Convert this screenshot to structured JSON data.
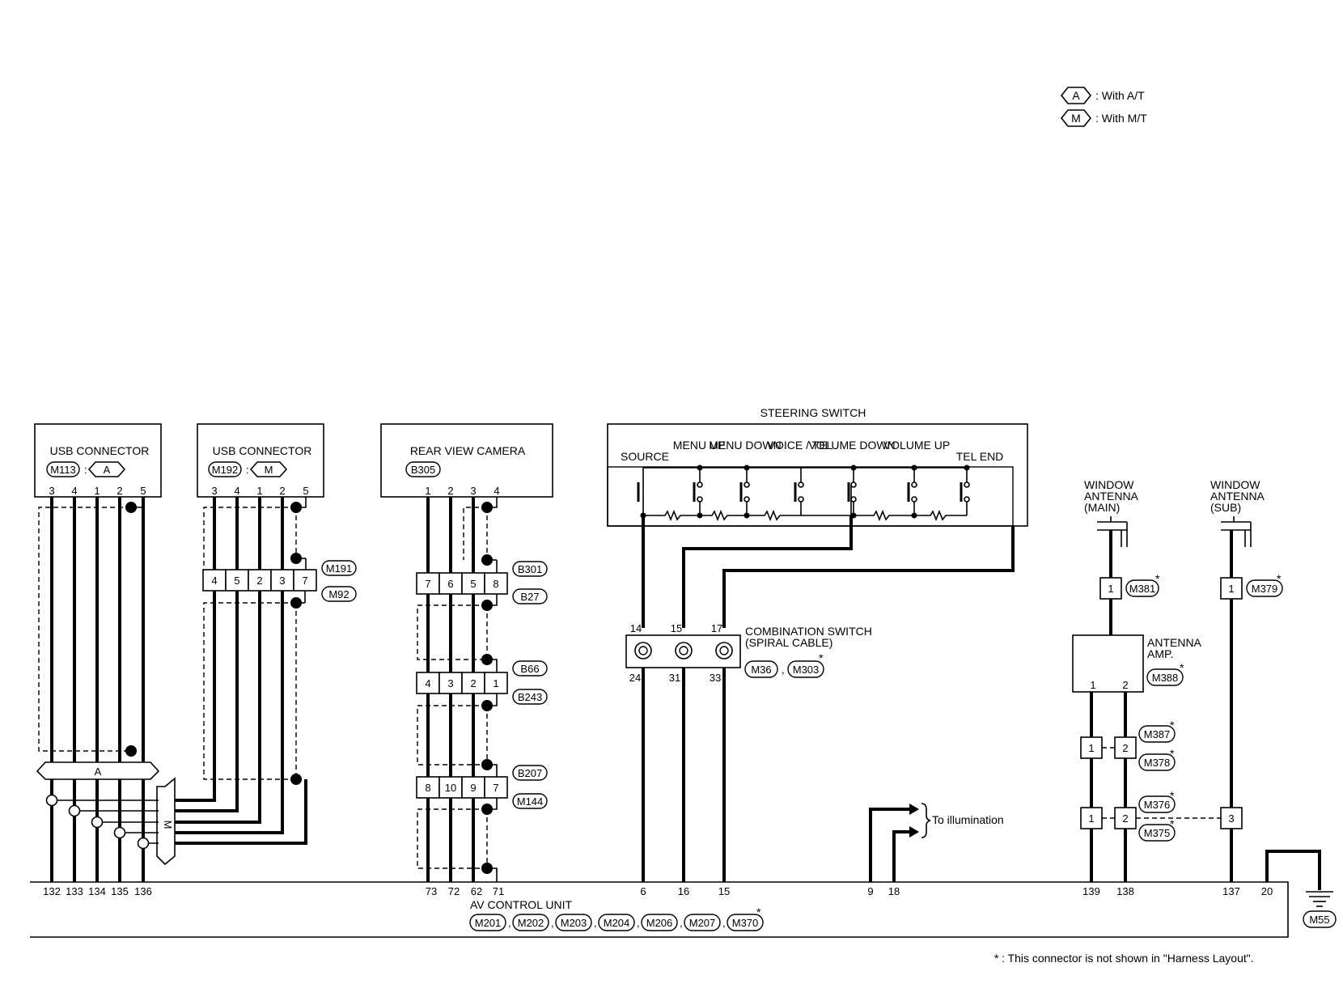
{
  "legend": {
    "a": {
      "code": "A",
      "text": ": With A/T"
    },
    "m": {
      "code": "M",
      "text": ": With M/T"
    }
  },
  "components": {
    "usb1": {
      "title": "USB CONNECTOR",
      "connector": "M113",
      "variant": "A",
      "pins": [
        "3",
        "4",
        "1",
        "2",
        "5"
      ]
    },
    "usb2": {
      "title": "USB CONNECTOR",
      "connector": "M192",
      "variant": "M",
      "pins": [
        "3",
        "4",
        "1",
        "2",
        "5"
      ]
    },
    "camera": {
      "title": "REAR VIEW CAMERA",
      "connector": "B305",
      "pins": [
        "1",
        "2",
        "3",
        "4"
      ]
    },
    "steering": {
      "title": "STEERING SWITCH",
      "switches": [
        "SOURCE",
        "MENU UP",
        "MENU DOWN",
        "VOICE / TEL",
        "VOLUME DOWN",
        "VOLUME UP",
        "TEL END"
      ]
    },
    "combo": {
      "title": "COMBINATION SWITCH",
      "subtitle": "(SPIRAL CABLE)",
      "top_pins": [
        "14",
        "15",
        "17"
      ],
      "bottom_pins": [
        "24",
        "31",
        "33"
      ],
      "connectors": [
        "M36",
        "M303"
      ]
    },
    "window_main": {
      "title": "WINDOW",
      "title2": "ANTENNA",
      "title3": "(MAIN)",
      "connector": "M381"
    },
    "window_sub": {
      "title": "WINDOW",
      "title2": "ANTENNA",
      "title3": "(SUB)",
      "connector": "M379"
    },
    "amp": {
      "title": "ANTENNA",
      "title2": "AMP.",
      "connector": "M388",
      "pins": [
        "1",
        "2"
      ]
    },
    "av_unit": {
      "title": "AV CONTROL UNIT",
      "connectors": [
        "M201",
        "M202",
        "M203",
        "M204",
        "M206",
        "M207",
        "M370"
      ],
      "pins": [
        "132",
        "133",
        "134",
        "135",
        "136",
        "73",
        "72",
        "62",
        "71",
        "6",
        "16",
        "15",
        "9",
        "18",
        "139",
        "138",
        "137",
        "20"
      ]
    }
  },
  "joint_connectors": {
    "m191": {
      "id": "M191",
      "pins": [
        "4",
        "5",
        "2",
        "3",
        "7"
      ]
    },
    "m92": {
      "id": "M92"
    },
    "b301": {
      "id": "B301",
      "pins": [
        "7",
        "6",
        "5",
        "8"
      ]
    },
    "b27": {
      "id": "B27"
    },
    "b66": {
      "id": "B66",
      "pins": [
        "4",
        "3",
        "2",
        "1"
      ]
    },
    "b243": {
      "id": "B243"
    },
    "b207": {
      "id": "B207",
      "pins": [
        "8",
        "10",
        "9",
        "7"
      ]
    },
    "m144": {
      "id": "M144"
    },
    "m387": {
      "id": "M387",
      "pins": [
        "1",
        "2"
      ]
    },
    "m378": {
      "id": "M378"
    },
    "m376": {
      "id": "M376",
      "pins": [
        "1",
        "2",
        "3"
      ]
    },
    "m375": {
      "id": "M375"
    },
    "m55": {
      "id": "M55"
    }
  },
  "harness_labels": {
    "a": "A",
    "m": "M"
  },
  "illumination": "To illumination",
  "footnote": ": This connector is not shown in \"Harness Layout\".",
  "asterisk": "*"
}
